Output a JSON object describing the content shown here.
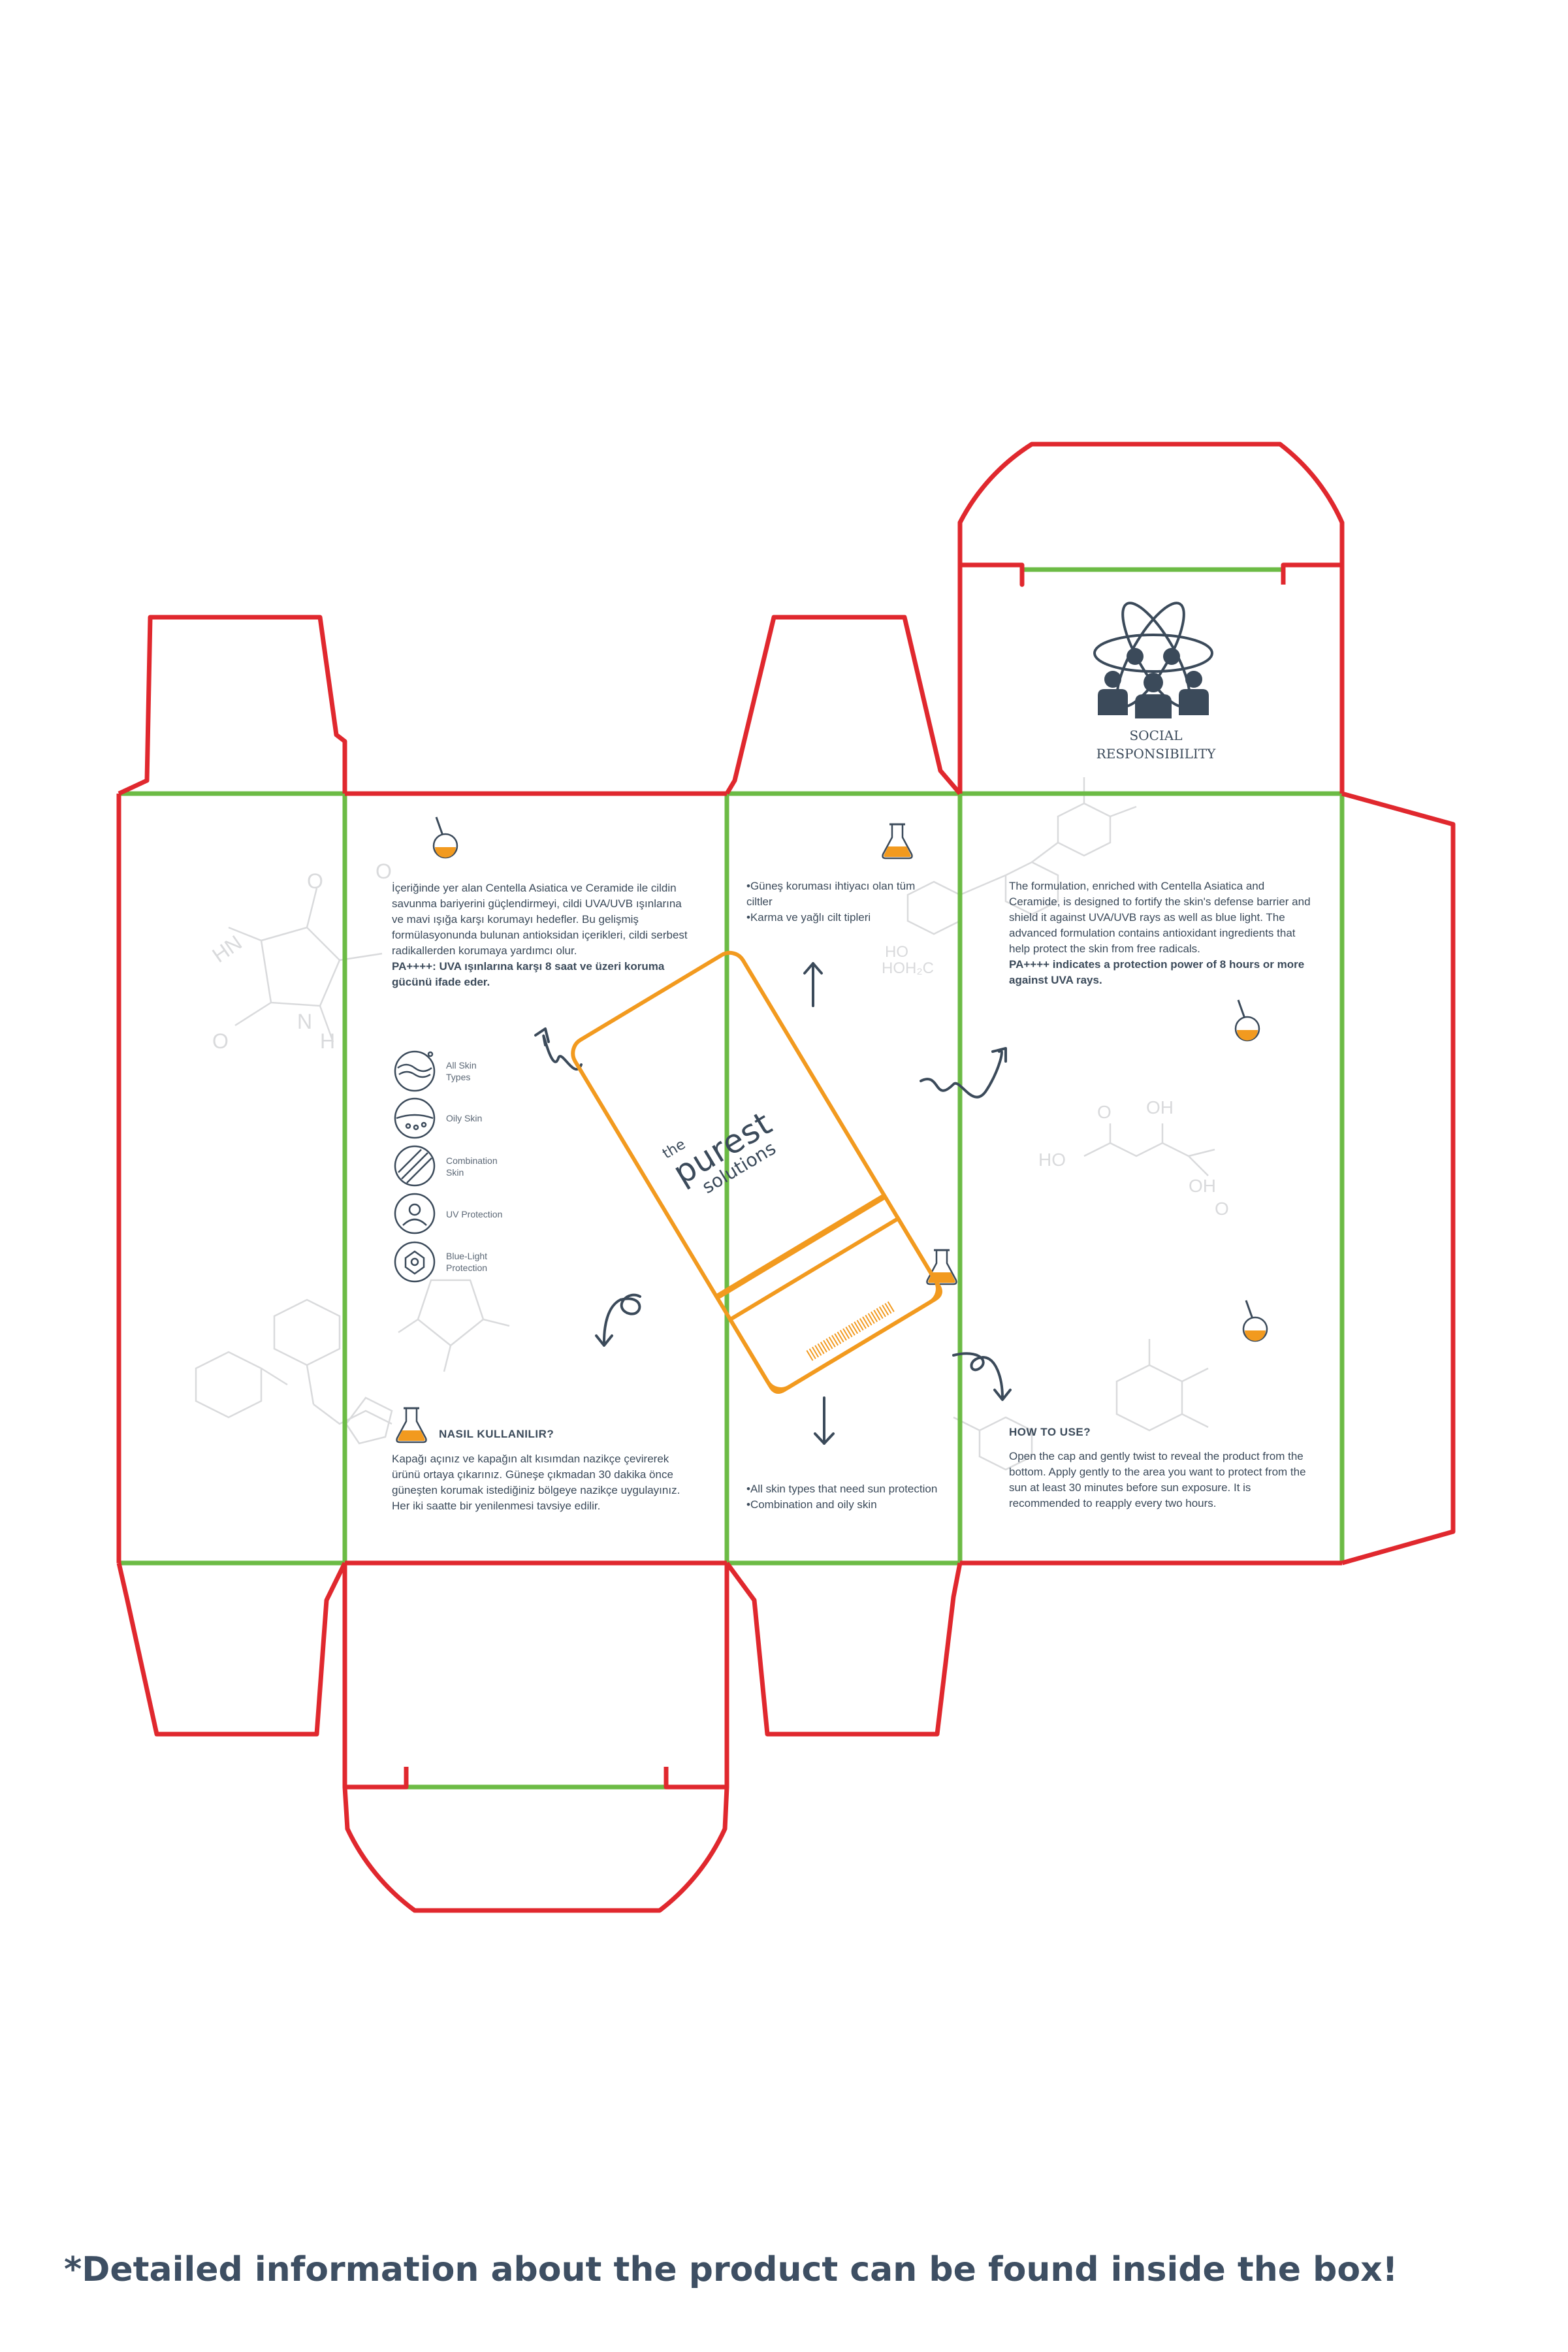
{
  "colors": {
    "cut_line": "#e0282e",
    "fold_line": "#6cbb45",
    "ink": "#3b4a5a",
    "accent_orange": "#f29a1f",
    "molecule_grey": "#d9dadc"
  },
  "brand": {
    "the": "the",
    "purest": "purest",
    "solutions": "solutions"
  },
  "social": {
    "line1": "SOCIAL",
    "line2": "RESPONSIBILITY",
    "icon": "atom-people-icon"
  },
  "tr_description": {
    "body": "İçeriğinde yer alan Centella Asiatica ve Ceramide ile cildin savunma bariyerini güçlendirmeyi, cildi UVA/UVB ışınlarına ve mavi ışığa karşı korumayı hedefler. Bu gelişmiş formülasyonunda bulunan antioksidan içerikleri, cildi serbest radikallerden korumaya yardımcı olur.",
    "bold": "PA++++: UVA ışınlarına karşı 8 saat ve üzeri koruma gücünü ifade eder."
  },
  "skin_icons": [
    {
      "icon": "all-skin-types-icon",
      "label": "All Skin\nTypes"
    },
    {
      "icon": "oily-skin-icon",
      "label": "Oily Skin"
    },
    {
      "icon": "combination-skin-icon",
      "label": "Combination\nSkin"
    },
    {
      "icon": "uv-protection-icon",
      "label": "UV Protection"
    },
    {
      "icon": "blue-light-protection-icon",
      "label": "Blue-Light\nProtection"
    }
  ],
  "tr_usage": {
    "heading": "NASIL KULLANILIR?",
    "body": "Kapağı açınız ve kapağın alt kısımdan nazikçe çevirerek ürünü ortaya çıkarınız. Güneşe çıkmadan 30 dakika önce güneşten korumak istediğiniz bölgeye nazikçe uygulayınız. Her iki saatte bir yenilenmesi tavsiye edilir."
  },
  "tr_bullets": [
    "•Güneş koruması ihtiyacı olan tüm ciltler",
    "•Karma ve yağlı cilt tipleri"
  ],
  "en_bullets": [
    "•All skin types that need sun protection",
    "•Combination and oily skin"
  ],
  "en_description": {
    "body": "The formulation, enriched with Centella Asiatica and Ceramide, is designed to fortify the skin's defense barrier and shield it against UVA/UVB rays as well as blue light. The advanced formulation contains antioxidant ingredients that help protect the skin from free radicals.",
    "bold": "PA++++ indicates a protection power of 8 hours or more against UVA rays."
  },
  "en_usage": {
    "heading": "HOW TO USE?",
    "body": "Open the cap and gently twist to reveal the product from the bottom. Apply gently to the area you want to protect from the sun at least 30 minutes before sun exposure. It is recommended to reapply every two hours."
  },
  "molecule_labels": {
    "m1": [
      "O",
      "HN",
      "O",
      "N",
      "H",
      "O"
    ],
    "m2": [
      "HO",
      "HOH₂C"
    ],
    "m3": [
      "HO",
      "OH",
      "O",
      "OH",
      "O"
    ]
  },
  "footnote": "*Detailed information about the product can be found inside the box!"
}
